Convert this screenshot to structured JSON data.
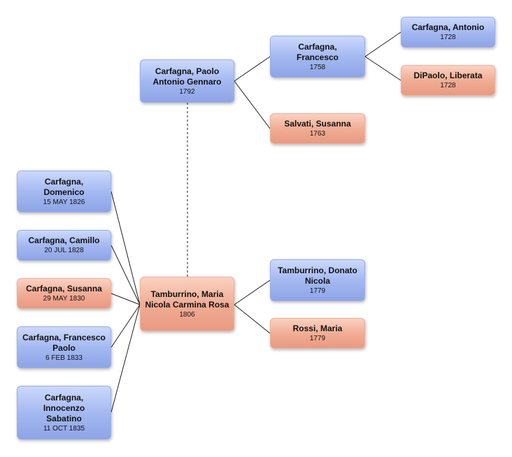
{
  "people": {
    "paolo": {
      "name": "Carfagna, Paolo Antonio Gennaro",
      "date": "1792"
    },
    "francesco": {
      "name": "Carfagna, Francesco",
      "date": "1758"
    },
    "antonio": {
      "name": "Carfagna, Antonio",
      "date": "1728"
    },
    "liberata": {
      "name": "DiPaolo, Liberata",
      "date": "1728"
    },
    "susanna_s": {
      "name": "Salvati, Susanna",
      "date": "1763"
    },
    "domenico": {
      "name": "Carfagna, Domenico",
      "date": "15 MAY 1826"
    },
    "camillo": {
      "name": "Carfagna, Camillo",
      "date": "20 JUL 1828"
    },
    "susanna_c": {
      "name": "Carfagna, Susanna",
      "date": "29 MAY 1830"
    },
    "fpaolo": {
      "name": "Carfagna, Francesco Paolo",
      "date": "6 FEB 1833"
    },
    "innocenzo": {
      "name": "Carfagna, Innocenzo Sabatino",
      "date": "11 OCT 1835"
    },
    "maria": {
      "name": "Tamburrino, Maria Nicola Carmina Rosa",
      "date": "1806"
    },
    "donato": {
      "name": "Tamburrino, Donato Nicola",
      "date": "1779"
    },
    "rossi": {
      "name": "Rossi, Maria",
      "date": "1779"
    }
  },
  "colors": {
    "male": "#a4b9f1",
    "female": "#f1ad95",
    "line": "#222222"
  }
}
